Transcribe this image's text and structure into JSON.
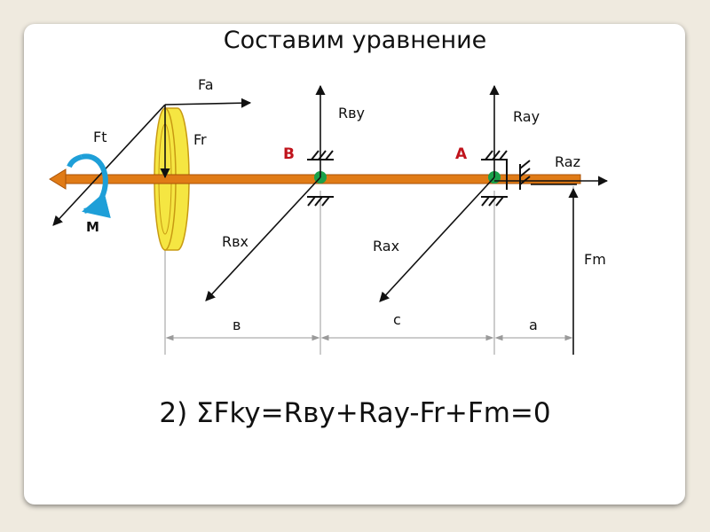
{
  "slide": {
    "title": "Составим уравнение",
    "equation": "2) ΣFky=Rвy+Ray-Fr+Fm=0"
  },
  "diagram": {
    "force_labels": {
      "fa": "Fa",
      "ft": "Ft",
      "fr": "Fr",
      "rby": "Rвy",
      "ray": "Ray",
      "raz": "Raz",
      "rbx": "Rвx",
      "rax": "Rax",
      "fm": "Fm",
      "moment": "M"
    },
    "support_labels": {
      "b": "B",
      "a": "A"
    },
    "dimension_labels": {
      "b": "в",
      "c": "с",
      "a": "а"
    },
    "colors": {
      "shaft": "#e07b16",
      "gear": "#f5e642",
      "bearing_node": "#1aa14a",
      "support_label": "#c0141c",
      "moment_arrow": "#1e9fd8"
    }
  }
}
